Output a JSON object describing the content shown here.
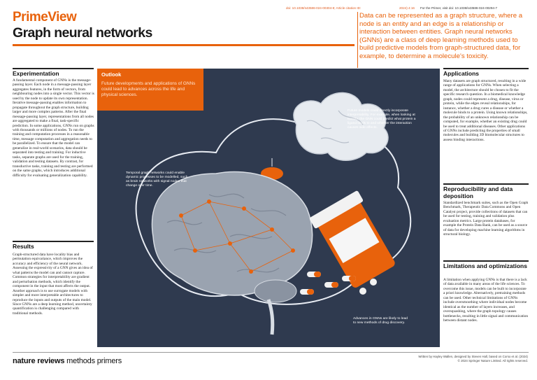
{
  "header": {
    "doi_left": "doi: 10.1038/s43586-024-00304-8; Article citation ID:",
    "ref_left": "2024) 4:16",
    "doi_right": "For the Primer, visit doi: 10.1038/s43586-024-00294-7",
    "series": "PrimeView",
    "title": "Graph neural networks",
    "intro": "Data can be represented as a graph structure, where a node is an entity and an edge is a relationship or interaction between entities. Graph neural networks (GNNs) are a class of deep learning methods used to build predictive models from graph-structured data, for example, to determine a molecule's toxicity."
  },
  "left": {
    "experimentation_title": "Experimentation",
    "experimentation_text": "A fundamental component of GNNs is the message-passing layer. Each node in a message-passing layer aggregates features, in the form of vectors, from neighbouring nodes into a single vector. This vector is used by the node to update its own representation. Iterative message-passing enables information to propagate throughout the graph structure, building larger and more complex patterns. After the final message-passing layer, representations from all nodes are aggregated to make a final, task-specific prediction. In some applications, GNNs run on graphs with thousands or millions of nodes. To run the training and computation processes in a reasonable time, message computation and aggregation needs to be parallelized. To ensure that the model can generalize in real-world scenarios, data should be separated into testing and training. For inductive tasks, separate graphs are used for the training, validation and testing datasets. By contrast, for transductive tasks, training and testing are performed on the same graphs, which introduces additional difficulty for evaluating generalization capability.",
    "results_title": "Results",
    "results_text": "Graph-structured data have locality bias and permutation equivariance, which improves the accuracy and efficiency of the neural network. Assessing the expressivity of a GNN gives an idea of what patterns the model can and cannot capture. Common strategies for interpretability are gradient and perturbation methods, which identify the component in the input that most affects the output. Another approach is to use surrogate models with simpler and more interpretable architectures to reproduce the inputs and outputs of the main model. Since GNNs are a deep learning method, uncertainty quantification is challenging compared with traditional methods."
  },
  "figure": {
    "outlook_title": "Outlook",
    "outlook_text": "Future developments and applications of GNNs could lead to advances across the life and physical sciences.",
    "callout_future": "Future models could directly incorporate interpretability. For example, when looking at toxicity, the GNN could predict what protein a ligand binds to and whether the interaction causes side effects.",
    "callout_temporal": "Temporal graph networks could enable dynamic processes to be modelled, such as brain networks with signal nodes that change over time.",
    "callout_drug": "Advances in GNNs are likely to lead to new methods of drug discovery."
  },
  "right": {
    "applications_title": "Applications",
    "applications_text": "Many datasets are graph structured, resulting in a wide range of applications for GNNs. When selecting a model, the architecture should be chosen to fit the specific research question. In a biomedical knowledge graph, nodes could represent a drug, disease, virus or protein, while the edges reveal relationships, for instance, whether a drug cures a disease or whether a molecule binds to a protein. Using known relationships, the probability of an unknown relationship can be computed, for example, whether an existing drug could be used to treat additional diseases. Other applications of GNNs include predicting the properties of small molecules and building 3D biomolecular structures to assess binding interactions.",
    "repro_title": "Reproducibility and data deposition",
    "repro_text": "Standardized benchmark suites, such as the Open Graph Benchmark, Therapeutic Data Commons and Open Catalyst project, provide collections of datasets that can be used for testing, training and validation plus evaluation metrics. Large protein databases, for example the Protein Data Bank, can be used as a source of data for developing machine learning algorithms in structural biology.",
    "limits_title": "Limitations and optimizations",
    "limits_text": "A limitation when applying GNNs is that there is a lack of data available in many areas of the life sciences. To overcome this issue, models can be built to incorporate a priori knowledge. Alternatively, pretraining methods can be used. Other technical limitations of GNNs include oversmoothing where individual nodes become identical as the number of layers increases, and oversquashing, where the graph topology causes bottlenecks, resulting in little signal and communication between distant nodes."
  },
  "footer": {
    "logo_bold": "nature reviews",
    "logo_light": " methods primers",
    "credit": "Written by Hayley Wallen, designed by Steven Hall, based on Corso et al. (2024)",
    "copyright": "© 2024 Springer Nature Limited. All rights reserved."
  },
  "colors": {
    "accent": "#e8620c",
    "figure_bg": "#2f3a4f"
  }
}
